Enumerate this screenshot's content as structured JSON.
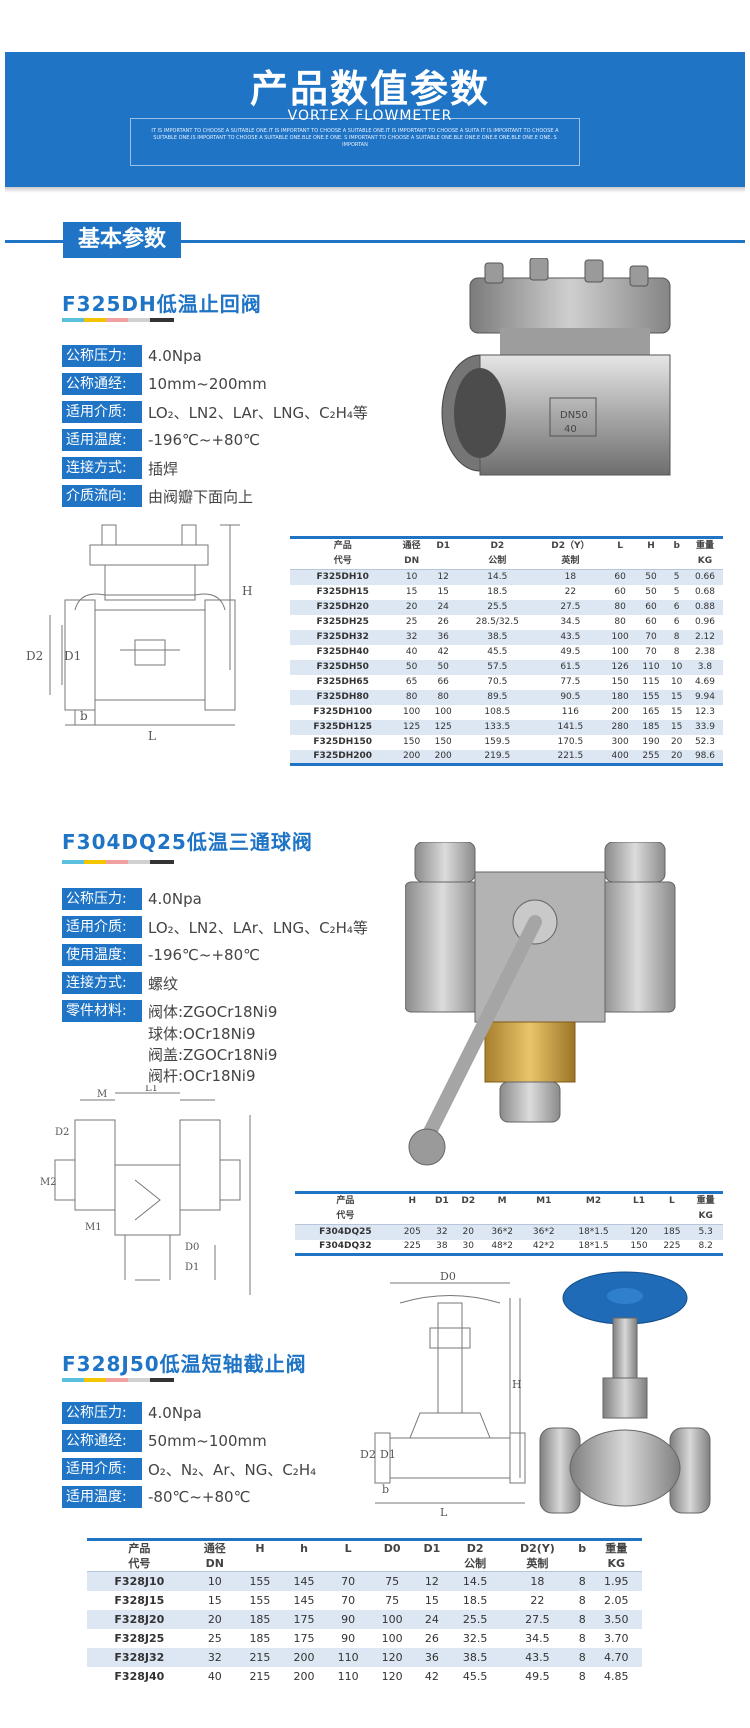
{
  "banner": {
    "title": "产品数值参数",
    "subtitle": "VORTEX FLOWMETER",
    "small_text": "IT IS IMPORTANT TO CHOOSE A SUITABLE ONE.IT IS IMPORTANT TO CHOOSE A SUITABLE ONE.IT IS IMPORTANT TO CHOOSE A SUITA IT IS IMPORTANT TO CHOOSE A SUITABLE ONE.IS IMPORTANT TO CHOOSE A SUITABLE ONE.BLE ONE.E ONE. S IMPORTANT TO CHOOSE A SUITABLE ONE.BLE ONE.E ONE.E ONE.BLE ONE.E ONE. S IMPORTAN"
  },
  "section": {
    "label": "基本参数"
  },
  "colors": {
    "primary": "#1f74c5",
    "row_alt": "#dde7f3",
    "bar": [
      "#5bc0de",
      "#f2c500",
      "#f0a0a0",
      "#d0d0d0",
      "#333333"
    ]
  },
  "p1": {
    "title": "F325DH低温止回阀",
    "specs": [
      {
        "k": "公称压力:",
        "v": "4.0Npa"
      },
      {
        "k": "公称通经:",
        "v": "10mm~200mm"
      },
      {
        "k": "适用介质:",
        "v": "LO₂、LN2、LAr、LNG、C₂H₄等"
      },
      {
        "k": "适用温度:",
        "v": "-196℃~+80℃"
      },
      {
        "k": "连接方式:",
        "v": "插焊"
      },
      {
        "k": "介质流向:",
        "v": "由阀瓣下面向上"
      }
    ],
    "drawing_labels": {
      "d2": "D2",
      "d1": "D1",
      "b": "b",
      "l": "L",
      "h": "H"
    },
    "table": {
      "head1": [
        "产品",
        "通径",
        "D1",
        "D2",
        "D2（Y）",
        "L",
        "H",
        "b",
        "重量"
      ],
      "head2": [
        "代号",
        "DN",
        "",
        "公制",
        "英制",
        "",
        "",
        "",
        "KG"
      ],
      "rows": [
        [
          "F325DH10",
          "10",
          "12",
          "14.5",
          "18",
          "60",
          "50",
          "5",
          "0.66"
        ],
        [
          "F325DH15",
          "15",
          "15",
          "18.5",
          "22",
          "60",
          "50",
          "5",
          "0.68"
        ],
        [
          "F325DH20",
          "20",
          "24",
          "25.5",
          "27.5",
          "80",
          "60",
          "6",
          "0.88"
        ],
        [
          "F325DH25",
          "25",
          "26",
          "28.5/32.5",
          "34.5",
          "80",
          "60",
          "6",
          "0.96"
        ],
        [
          "F325DH32",
          "32",
          "36",
          "38.5",
          "43.5",
          "100",
          "70",
          "8",
          "2.12"
        ],
        [
          "F325DH40",
          "40",
          "42",
          "45.5",
          "49.5",
          "100",
          "70",
          "8",
          "2.38"
        ],
        [
          "F325DH50",
          "50",
          "50",
          "57.5",
          "61.5",
          "126",
          "110",
          "10",
          "3.8"
        ],
        [
          "F325DH65",
          "65",
          "66",
          "70.5",
          "77.5",
          "150",
          "115",
          "10",
          "4.69"
        ],
        [
          "F325DH80",
          "80",
          "80",
          "89.5",
          "90.5",
          "180",
          "155",
          "15",
          "9.94"
        ],
        [
          "F325DH100",
          "100",
          "100",
          "108.5",
          "116",
          "200",
          "165",
          "15",
          "12.3"
        ],
        [
          "F325DH125",
          "125",
          "125",
          "133.5",
          "141.5",
          "280",
          "185",
          "15",
          "33.9"
        ],
        [
          "F325DH150",
          "150",
          "150",
          "159.5",
          "170.5",
          "300",
          "190",
          "20",
          "52.3"
        ],
        [
          "F325DH200",
          "200",
          "200",
          "219.5",
          "221.5",
          "400",
          "255",
          "20",
          "98.6"
        ]
      ]
    }
  },
  "p2": {
    "title": "F304DQ25低温三通球阀",
    "specs": [
      {
        "k": "公称压力:",
        "v": "4.0Npa"
      },
      {
        "k": "适用介质:",
        "v": "LO₂、LN2、LAr、LNG、C₂H₄等"
      },
      {
        "k": "使用温度:",
        "v": "-196℃~+80℃"
      },
      {
        "k": "连接方式:",
        "v": "螺纹"
      },
      {
        "k": "零件材料:",
        "v": "阀体:ZGOCr18Ni9"
      }
    ],
    "materials_extra": [
      "球体:OCr18Ni9",
      "阀盖:ZGOCr18Ni9",
      "阀杆:OCr18Ni9"
    ],
    "drawing_labels": {
      "m": "M",
      "l1": "L1",
      "d2": "D2",
      "m2": "M2",
      "m1": "M1",
      "d0": "D0",
      "d1": "D1"
    },
    "table": {
      "head1": [
        "产品",
        "H",
        "D1",
        "D2",
        "M",
        "M1",
        "M2",
        "L1",
        "L",
        "重量"
      ],
      "head2": [
        "代号",
        "",
        "",
        "",
        "",
        "",
        "",
        "",
        "",
        "KG"
      ],
      "rows": [
        [
          "F304DQ25",
          "205",
          "32",
          "20",
          "36*2",
          "36*2",
          "18*1.5",
          "120",
          "185",
          "5.3"
        ],
        [
          "F304DQ32",
          "225",
          "38",
          "30",
          "48*2",
          "42*2",
          "18*1.5",
          "150",
          "225",
          "8.2"
        ]
      ]
    }
  },
  "p3": {
    "title": "F328J50低温短轴截止阀",
    "specs": [
      {
        "k": "公称压力:",
        "v": "4.0Npa"
      },
      {
        "k": "公称通经:",
        "v": "50mm~100mm"
      },
      {
        "k": "适用介质:",
        "v": "O₂、N₂、Ar、NG、C₂H₄"
      },
      {
        "k": "适用温度:",
        "v": "-80℃~+80℃"
      }
    ],
    "drawing_labels": {
      "d0": "D0",
      "d2": "D2",
      "d1": "D1",
      "b": "b",
      "l": "L",
      "h": "H"
    },
    "table": {
      "head1": [
        "产品",
        "通径",
        "H",
        "h",
        "L",
        "D0",
        "D1",
        "D2",
        "D2(Y)",
        "b",
        "重量"
      ],
      "head2": [
        "代号",
        "DN",
        "",
        "",
        "",
        "",
        "",
        "公制",
        "英制",
        "",
        "KG"
      ],
      "rows": [
        [
          "F328J10",
          "10",
          "155",
          "145",
          "70",
          "75",
          "12",
          "14.5",
          "18",
          "8",
          "1.95"
        ],
        [
          "F328J15",
          "15",
          "155",
          "145",
          "70",
          "75",
          "15",
          "18.5",
          "22",
          "8",
          "2.05"
        ],
        [
          "F328J20",
          "20",
          "185",
          "175",
          "90",
          "100",
          "24",
          "25.5",
          "27.5",
          "8",
          "3.50"
        ],
        [
          "F328J25",
          "25",
          "185",
          "175",
          "90",
          "100",
          "26",
          "32.5",
          "34.5",
          "8",
          "3.70"
        ],
        [
          "F328J32",
          "32",
          "215",
          "200",
          "110",
          "120",
          "36",
          "38.5",
          "43.5",
          "8",
          "4.70"
        ],
        [
          "F328J40",
          "40",
          "215",
          "200",
          "110",
          "120",
          "42",
          "45.5",
          "49.5",
          "8",
          "4.85"
        ]
      ]
    }
  }
}
